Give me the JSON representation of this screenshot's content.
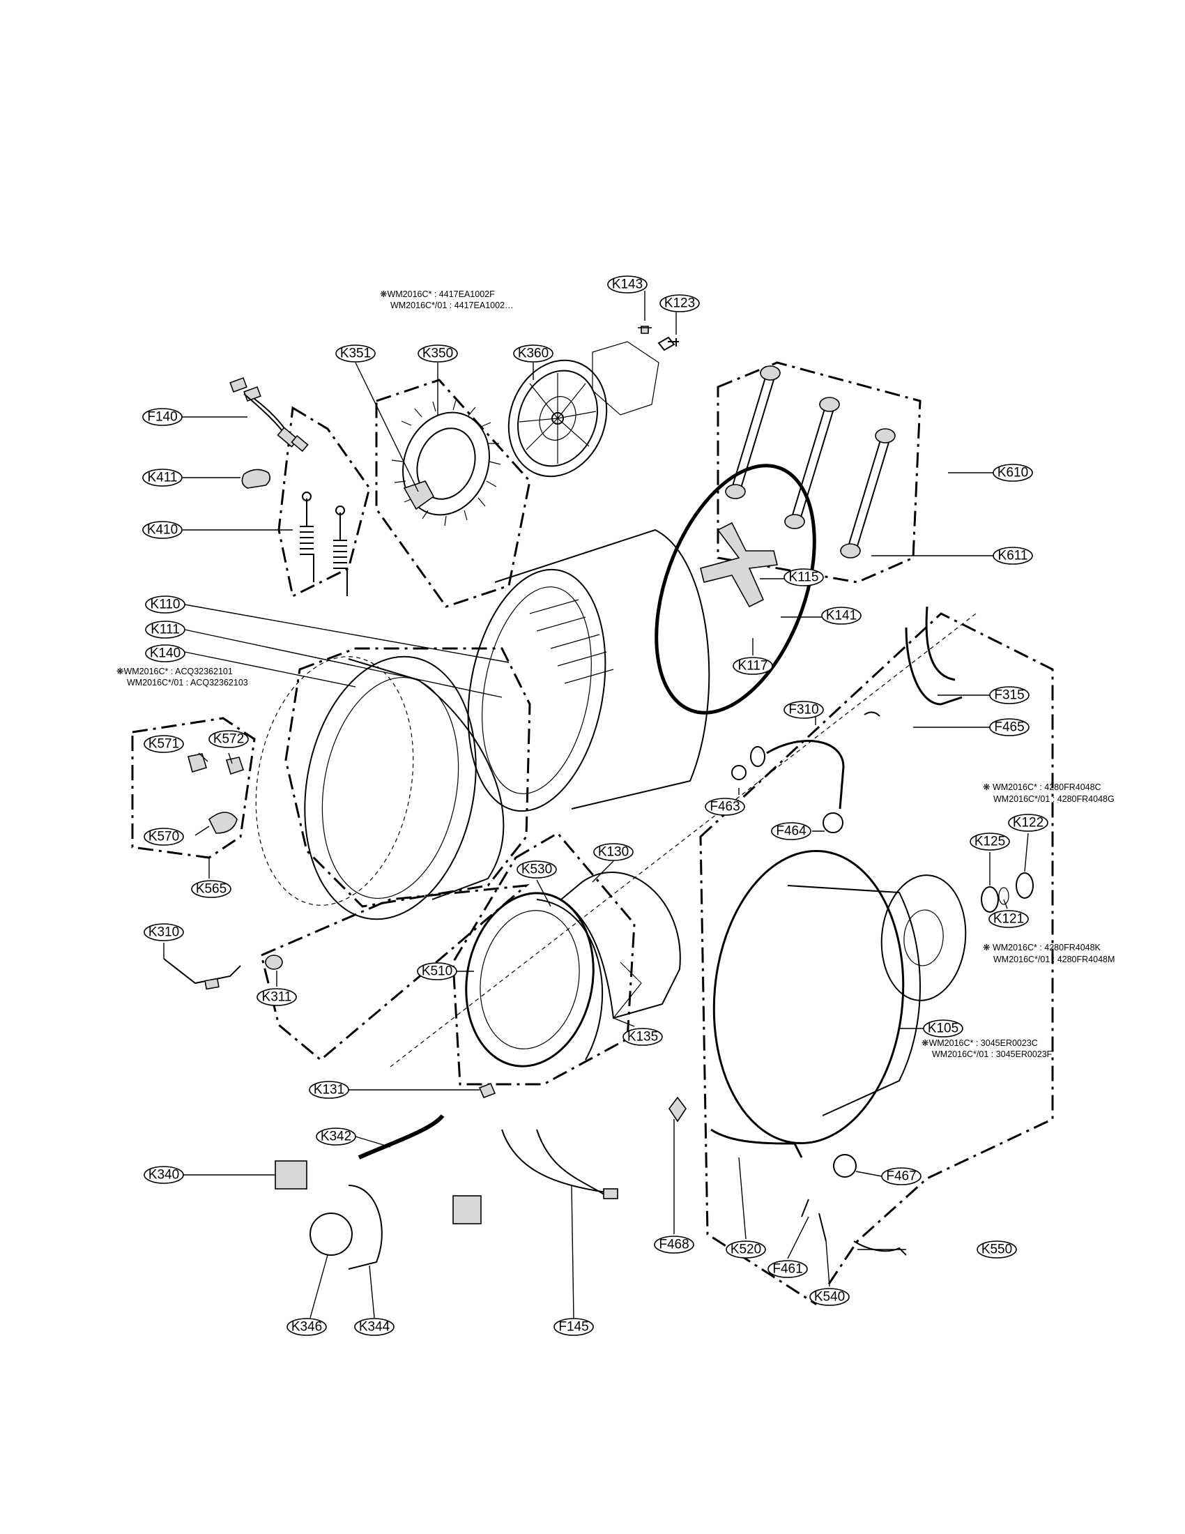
{
  "labels": {
    "K143": "K143",
    "K123": "K123",
    "K351": "K351",
    "K350": "K350",
    "K360": "K360",
    "F140": "F140",
    "K411": "K411",
    "K410": "K410",
    "K610": "K610",
    "K611": "K611",
    "K115": "K115",
    "K141": "K141",
    "K110": "K110",
    "K111": "K111",
    "K140": "K140",
    "K117": "K117",
    "F310": "F310",
    "F315": "F315",
    "F465": "F465",
    "K571": "K571",
    "K572": "K572",
    "F463": "F463",
    "K570": "K570",
    "K565": "K565",
    "F464": "F464",
    "K125": "K125",
    "K122": "K122",
    "K130": "K130",
    "K530": "K530",
    "K121": "K121",
    "K310": "K310",
    "K510": "K510",
    "K311": "K311",
    "K105": "K105",
    "K135": "K135",
    "K131": "K131",
    "K342": "K342",
    "K340": "K340",
    "F467": "F467",
    "F468": "F468",
    "K520": "K520",
    "K550": "K550",
    "F461": "F461",
    "K540": "K540",
    "K346": "K346",
    "K344": "K344",
    "F145": "F145"
  },
  "notes": {
    "k350_line1": "❋WM2016C* : 4417EA1002F",
    "k350_line2": "WM2016C*/01 : 4417EA1002…",
    "k140_line1": "❋WM2016C* : ACQ32362101",
    "k140_line2": "WM2016C*/01 : ACQ32362103",
    "k122_line1": "❋ WM2016C* :    4280FR4048C",
    "k122_line2": "WM2016C*/01 : 4280FR4048G",
    "k121_line1": "❋ WM2016C* :    4280FR4048K",
    "k121_line2": "WM2016C*/01 : 4280FR4048M",
    "k105_line1": "❋WM2016C* : 3045ER0023C",
    "k105_line2": "WM2016C*/01 : 3045ER0023F"
  }
}
